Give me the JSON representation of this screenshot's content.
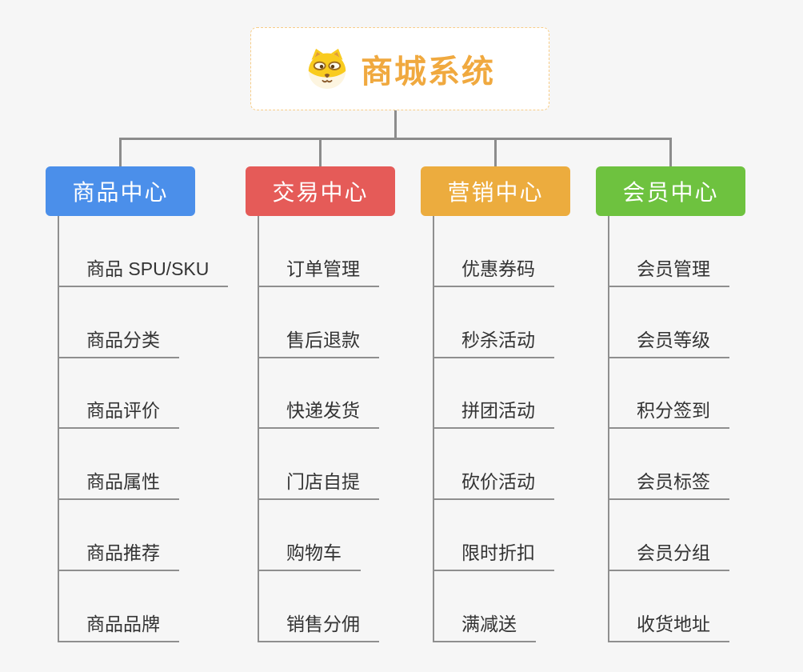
{
  "root": {
    "title": "商城系统",
    "icon": "shiba-dog-face"
  },
  "branches": [
    {
      "label": "商品中心",
      "color": "#4b8fea",
      "items": [
        "商品 SPU/SKU",
        "商品分类",
        "商品评价",
        "商品属性",
        "商品推荐",
        "商品品牌"
      ]
    },
    {
      "label": "交易中心",
      "color": "#e55b58",
      "items": [
        "订单管理",
        "售后退款",
        "快递发货",
        "门店自提",
        "购物车",
        "销售分佣"
      ]
    },
    {
      "label": "营销中心",
      "color": "#ecac3e",
      "items": [
        "优惠券码",
        "秒杀活动",
        "拼团活动",
        "砍价活动",
        "限时折扣",
        "满减送"
      ]
    },
    {
      "label": "会员中心",
      "color": "#6ec23f",
      "items": [
        "会员管理",
        "会员等级",
        "积分签到",
        "会员标签",
        "会员分组",
        "收货地址"
      ]
    }
  ],
  "colors": {
    "background": "#f6f6f6",
    "connector": "#8c8c8c",
    "underline": "#8f8f8f",
    "item_text": "#333333",
    "node_text": "#ffffff",
    "root_text": "#f0a93f",
    "root_border": "#f7cd88",
    "root_bg": "#ffffff"
  }
}
